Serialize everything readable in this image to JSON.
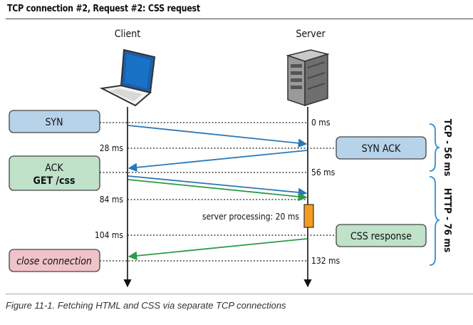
{
  "title": "TCP connection #2, Request #2: CSS request",
  "client_label": "Client",
  "server_label": "Server",
  "client_boxes": {
    "syn": "SYN",
    "ack_line1": "ACK",
    "ack_line2": "GET /css",
    "close": "close connection"
  },
  "server_boxes": {
    "synack": "SYN ACK",
    "css_response": "CSS response"
  },
  "server_times": {
    "t0": "0 ms",
    "t56": "56 ms",
    "t132": "132 ms"
  },
  "client_times": {
    "t28": "28 ms",
    "t84": "84 ms",
    "t104": "104 ms"
  },
  "processing_label": "server processing: 20 ms",
  "brackets": {
    "tcp": "TCP - 56 ms",
    "http": "HTTP - 76 ms"
  },
  "caption": "Figure 11-1. Fetching HTML and CSS via separate TCP connections",
  "colors": {
    "blue_box": "#b7d3ea",
    "green_box": "#bfe2c9",
    "pink_box": "#efc3c7",
    "blue_arrow": "#2a78b8",
    "green_arrow": "#2e9a48",
    "orange": "#f39c1f",
    "bracket": "#2b8fd4"
  }
}
